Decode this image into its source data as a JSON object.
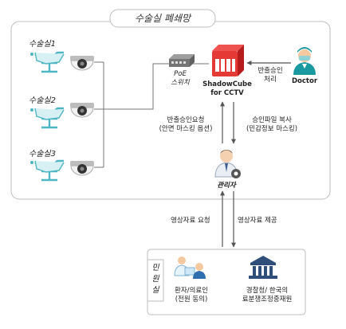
{
  "top_panel": {
    "title": "수술실 폐쇄망",
    "rooms": [
      "수술실1",
      "수술실2",
      "수술실3"
    ],
    "poe_switch_label": "PoE\n스위치",
    "cctv_server_label": "ShadowCube\nfor CCTV",
    "doctor_label": "Doctor",
    "approval_label": "반출승인\n처리",
    "request_label": "반출승인요청\n(안면 마스킹 옵션)",
    "copy_label": "승인파일 복사\n(민감정보 마스킹)",
    "admin_label": "관리자"
  },
  "middle": {
    "request_label": "영상자료 요청",
    "provide_label": "영상자료 제공"
  },
  "bottom_panel": {
    "title": "민원실",
    "patient_label": "환자/의료인\n(전원 동의)",
    "agency_label": "경찰청/ 한국의\n료분쟁조정중재원"
  },
  "colors": {
    "panel_border": "#bdbdbd",
    "server_red": "#e53935",
    "arrow": "#555555",
    "doctor_teal": "#1a9aa0",
    "admin_blue": "#3f5e8c"
  }
}
